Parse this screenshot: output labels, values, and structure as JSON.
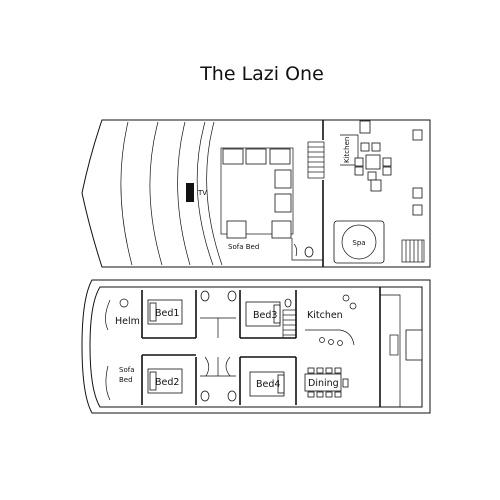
{
  "title": "The Lazi One",
  "upper_deck": {
    "kitchen": "Kitchen",
    "tv": "TV",
    "sofa_bed": "Sofa Bed",
    "spa": "Spa"
  },
  "lower_deck": {
    "helm": "Helm",
    "bed1": "Bed1",
    "bed2": "Bed2",
    "bed3": "Bed3",
    "bed4": "Bed4",
    "kitchen": "Kitchen",
    "dining": "Dining",
    "sofa_bed_line1": "Sofa",
    "sofa_bed_line2": "Bed"
  },
  "icons": [
    "tv-icon",
    "spa-icon",
    "sofa-icon",
    "bed-icon",
    "toilet-icon",
    "stairs-icon",
    "table-icon"
  ]
}
